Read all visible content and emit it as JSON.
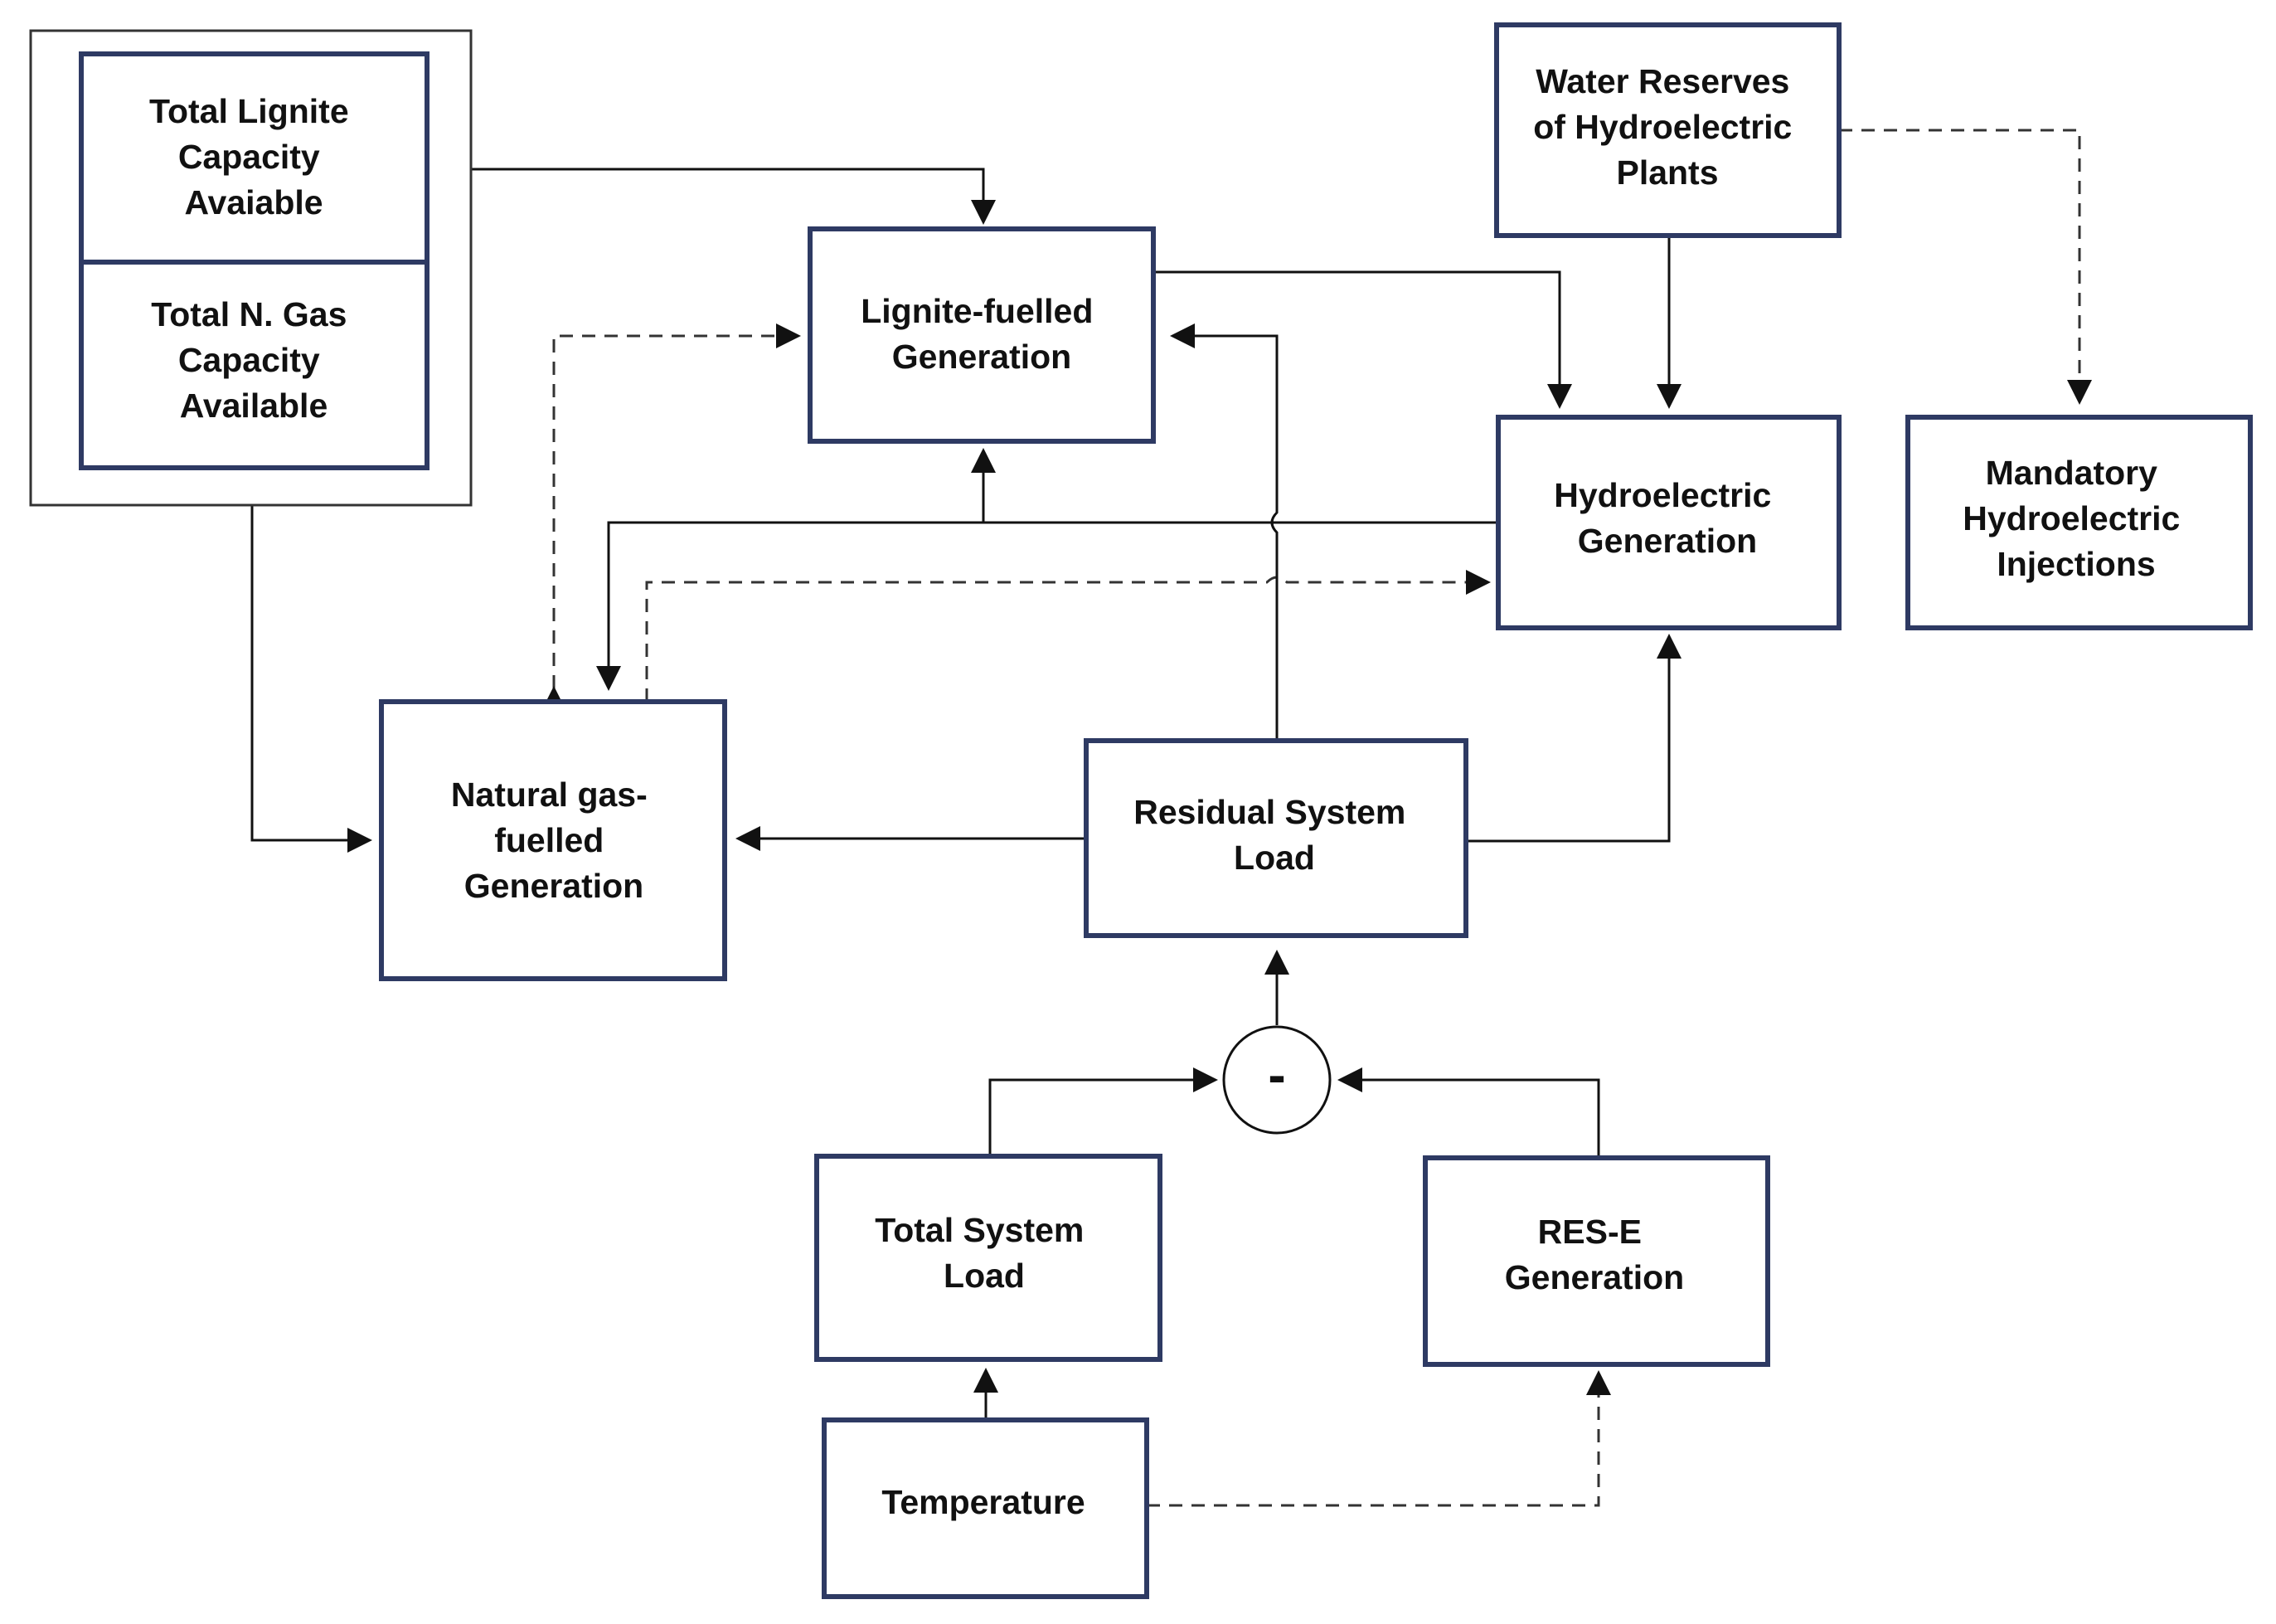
{
  "nodes": {
    "total_lignite": [
      "Total Lignite",
      "Capacity",
      "Avaiable"
    ],
    "total_gas": [
      "Total N. Gas",
      "Capacity",
      "Available"
    ],
    "lignite_gen": [
      "Lignite-fuelled",
      "Generation"
    ],
    "water_reserves": [
      "Water Reserves",
      "of Hydroelectric",
      "Plants"
    ],
    "hydro_gen": [
      "Hydroelectric",
      "Generation"
    ],
    "mandatory_hydro": [
      "Mandatory",
      "Hydroelectric",
      "Injections"
    ],
    "gas_gen": [
      "Natural gas-",
      "fuelled",
      "Generation"
    ],
    "residual_load": [
      "Residual System",
      "Load"
    ],
    "total_load": [
      "Total System",
      "Load"
    ],
    "res_gen": [
      "RES-E",
      "Generation"
    ],
    "temperature": [
      "Temperature"
    ]
  },
  "junction": {
    "operator": "-"
  },
  "colors": {
    "box_border": "#2e3a63",
    "arrow": "#111111",
    "text": "#111111"
  }
}
